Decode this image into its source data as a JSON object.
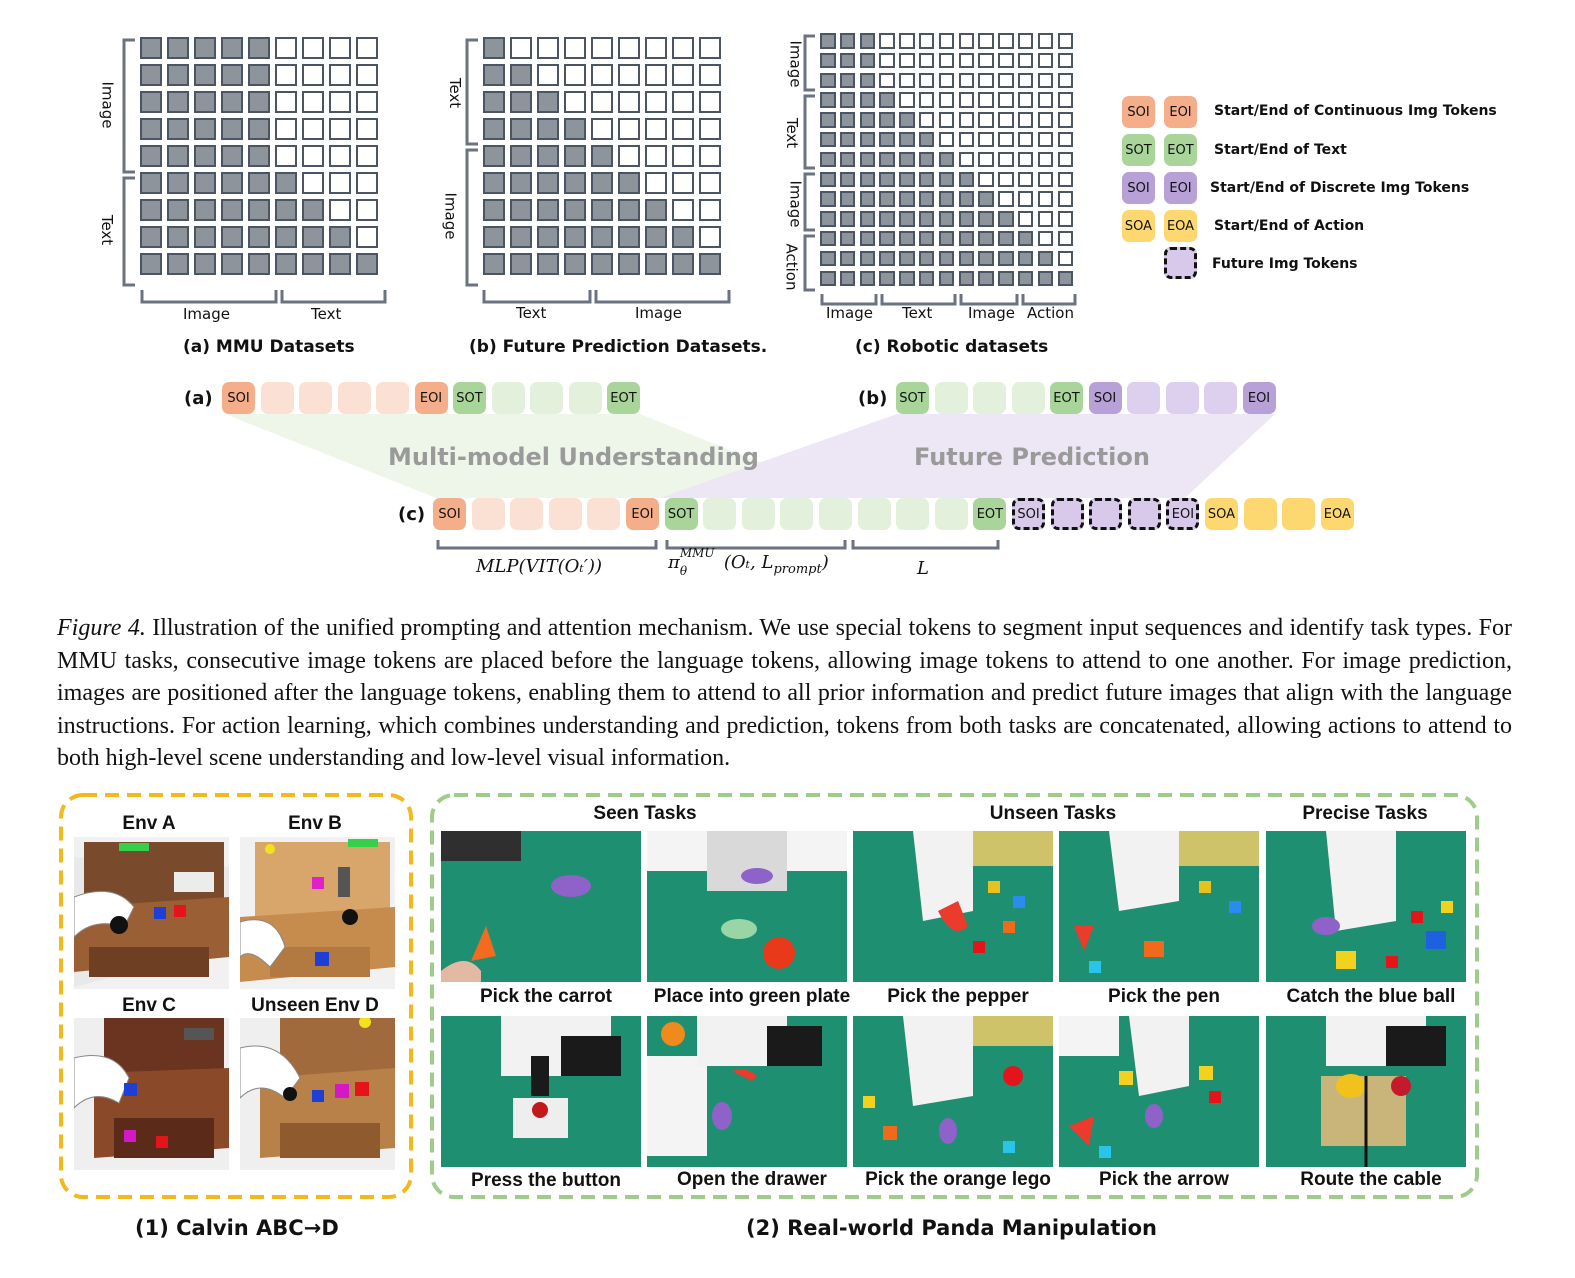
{
  "matrices": {
    "a": {
      "left_labels": [
        "Image",
        "Text"
      ],
      "bottom_labels": [
        "Image",
        "Text"
      ],
      "caption": "(a) MMU Datasets"
    },
    "b": {
      "left_labels": [
        "Text",
        "Image"
      ],
      "bottom_labels": [
        "Text",
        "Image"
      ],
      "caption": "(b) Future Prediction Datasets."
    },
    "c": {
      "left_labels": [
        "Image",
        "Text",
        "Image",
        "Action"
      ],
      "bottom_labels": [
        "Image",
        "Text",
        "Image",
        "Action"
      ],
      "caption": "(c) Robotic datasets"
    }
  },
  "legend": [
    {
      "t1": "SOI",
      "t2": "EOI",
      "color": "#f4ae8a",
      "text": "Start/End of Continuous  Img Tokens"
    },
    {
      "t1": "SOT",
      "t2": "EOT",
      "color": "#a9d59a",
      "text": "Start/End of Text"
    },
    {
      "t1": "SOI",
      "t2": "EOI",
      "color": "#b7a1d6",
      "text": "Start/End of Discrete Img Tokens"
    },
    {
      "t1": "SOA",
      "t2": "EOA",
      "color": "#fdd870",
      "text": "Start/End of Action"
    },
    {
      "text": "Future Img Tokens"
    }
  ],
  "sequences": {
    "a_label": "(a)",
    "b_label": "(b)",
    "c_label": "(c)",
    "mmu_title": "Multi-model Understanding",
    "fp_title": "Future Prediction",
    "tokens": {
      "soi": "SOI",
      "eoi": "EOI",
      "sot": "SOT",
      "eot": "EOT",
      "soa": "SOA",
      "eoa": "EOA"
    },
    "formula1": "MLP(VIT(Oₜ′))",
    "formula2_base": "π",
    "formula2_sup": "MMU",
    "formula2_sub": "θ",
    "formula2_args": "(Oₜ, L",
    "formula2_args_sub": "prompt",
    "formula2_close": ")",
    "formula3": "L"
  },
  "caption": {
    "fig": "Figure 4.",
    "text": " Illustration of the unified prompting and attention mechanism. We use special tokens to segment input sequences and identify task types. For MMU tasks, consecutive image tokens are placed before the language tokens, allowing image tokens to attend to one another. For image prediction, images are positioned after the language tokens, enabling them to attend to all prior information and predict future images that align with the language instructions. For action learning, which combines understanding and prediction, tokens from both tasks are concatenated, allowing actions to attend to both high-level scene understanding and low-level visual information."
  },
  "calvin": {
    "envs": [
      "Env A",
      "Env B",
      "Env C",
      "Unseen Env D"
    ],
    "caption": "(1) Calvin ABC→D"
  },
  "realworld": {
    "headers": [
      "Seen Tasks",
      "Unseen Tasks",
      "Precise Tasks"
    ],
    "tasks_row1": [
      "Pick the carrot",
      "Place into green plate",
      "Pick the pepper",
      "Pick the pen",
      "Catch the blue ball"
    ],
    "tasks_row2": [
      "Press the button",
      "Open the drawer",
      "Pick the orange lego",
      "Pick the arrow",
      "Route the cable"
    ],
    "caption": "(2) Real-world Panda Manipulation"
  }
}
